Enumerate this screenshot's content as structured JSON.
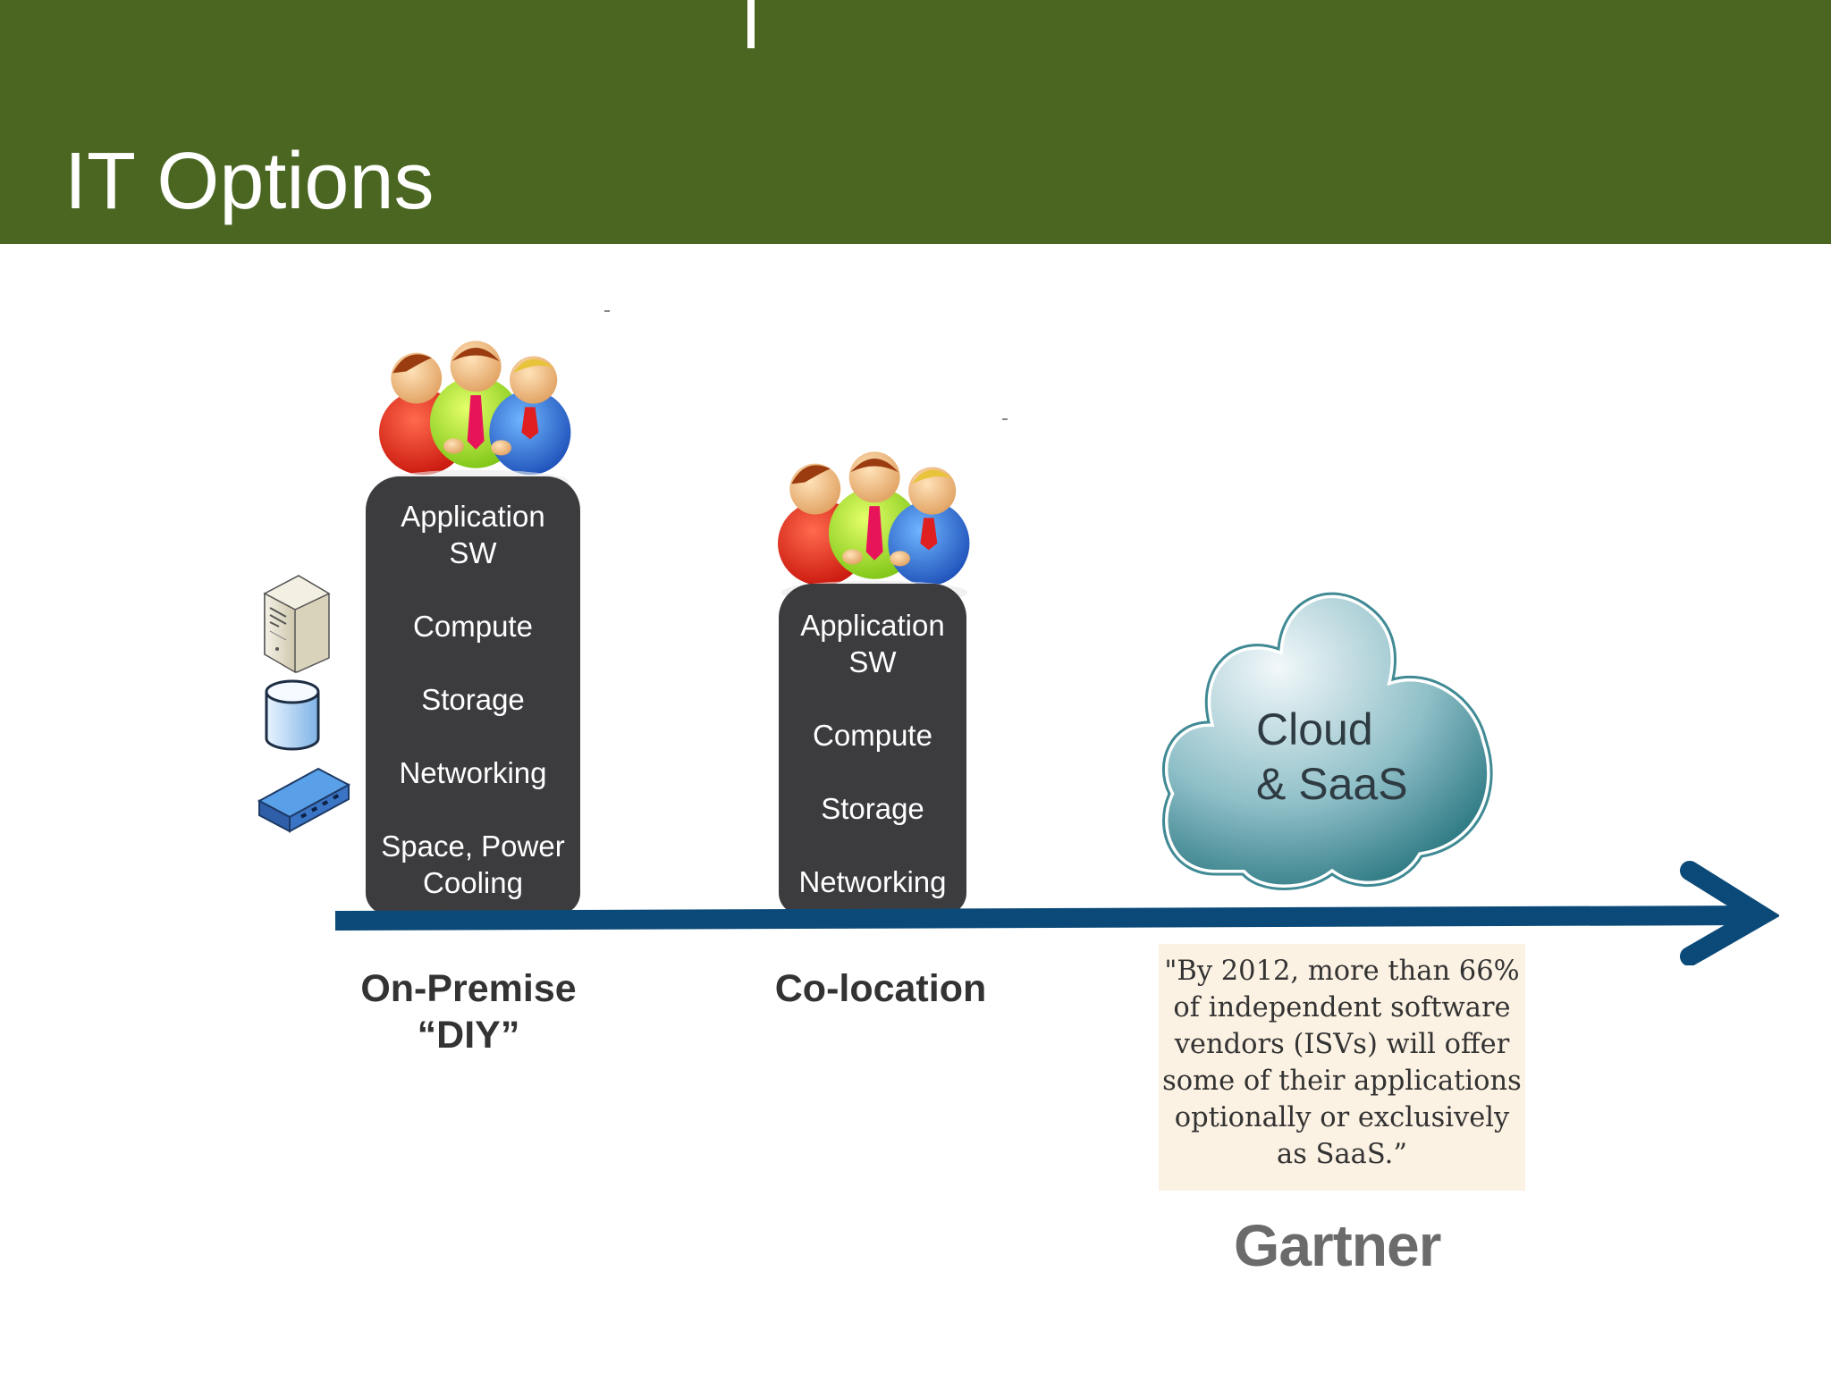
{
  "header": {
    "title": "IT Options",
    "background_color": "#4b6621"
  },
  "on_premise": {
    "layers": [
      "Application\nSW",
      "Compute",
      "Storage",
      "Networking",
      "Space, Power\nCooling"
    ],
    "label": "On-Premise\n“DIY”",
    "icons": [
      "server-tower-icon",
      "database-cylinder-icon",
      "network-switch-icon"
    ]
  },
  "colocation": {
    "layers": [
      "Application\nSW",
      "Compute",
      "Storage",
      "Networking"
    ],
    "label": "Co-location"
  },
  "cloud": {
    "text_line1": "Cloud",
    "text_line2": "& SaaS",
    "quote": "\"By 2012, more than 66% of independent software vendors (ISVs) will offer some of their applications optionally or exclusively as SaaS.”",
    "source": "Gartner"
  },
  "colors": {
    "arrow": "#0b4a78",
    "stack_bg": "#3c3c3f",
    "quote_bg": "#fcf2e3"
  }
}
